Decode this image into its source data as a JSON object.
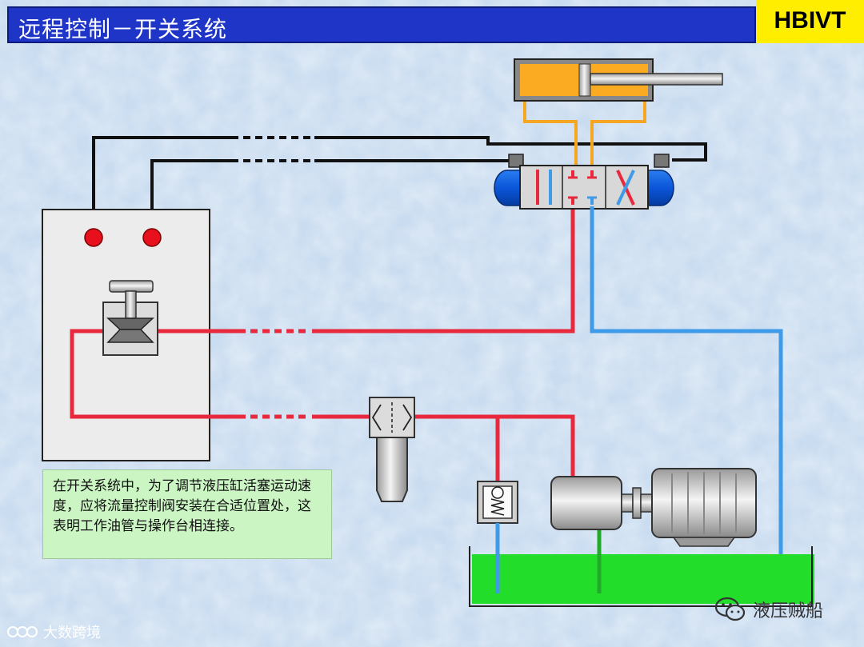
{
  "header": {
    "title": "远程控制－开关系统"
  },
  "brand": {
    "label": "HBIVT"
  },
  "note": {
    "text": "在开关系统中，为了调节液压缸活塞运动速度，应将流量控制阀安装在合适位置处，这表明工作油管与操作台相连接。"
  },
  "watermark_left": {
    "text": "大数跨境"
  },
  "watermark_right": {
    "text": "液压贼船"
  },
  "colors": {
    "pressure_line": "#e8283c",
    "return_line": "#3f9be8",
    "signal_line": "#111111",
    "cylinder_line": "#f5a623",
    "tank_oil": "#22dd2a"
  },
  "icons": [
    "pressure-gauge-icon",
    "wechat-icon"
  ]
}
